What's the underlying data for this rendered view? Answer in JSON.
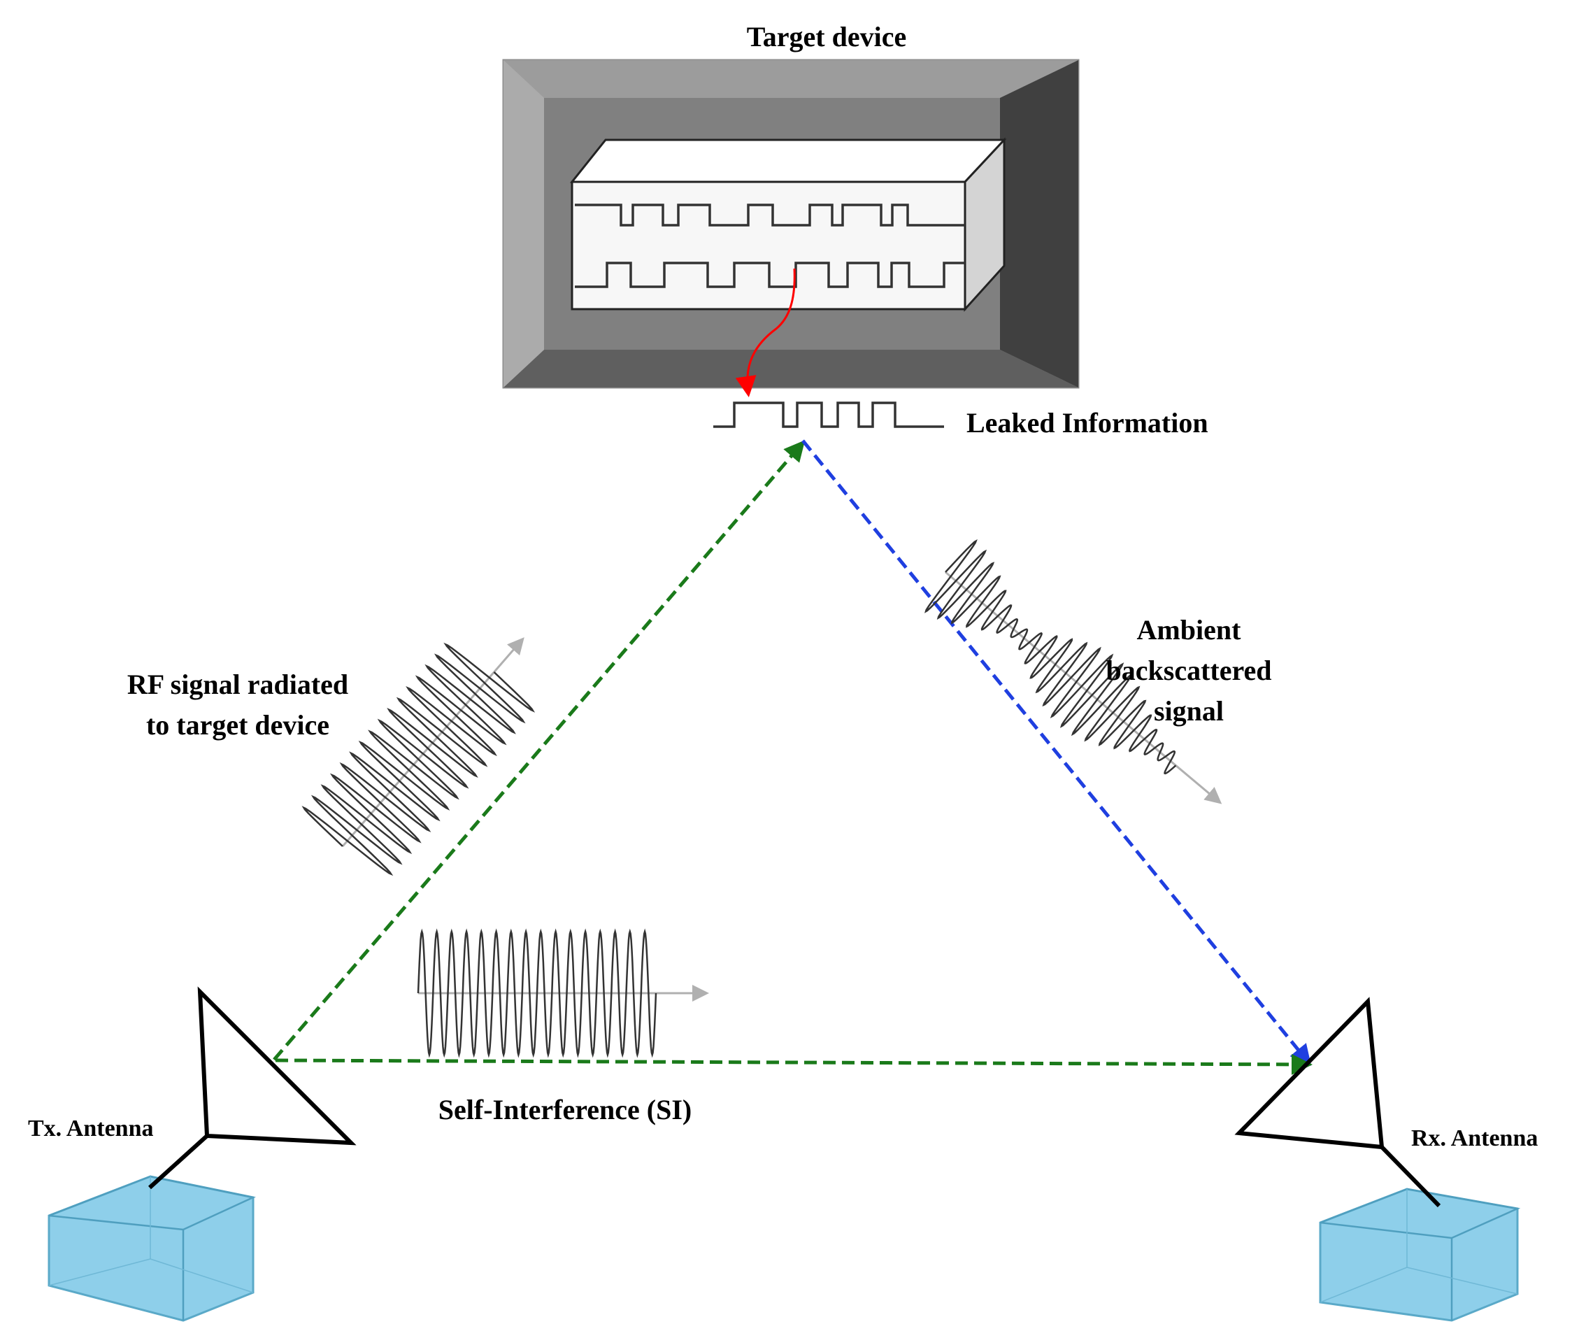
{
  "labels": {
    "target_device": "Target device",
    "leaked_information": "Leaked Information",
    "rf_signal_line1": "RF signal radiated",
    "rf_signal_line2": "to target device",
    "ambient_line1": "Ambient",
    "ambient_line2": "backscattered",
    "ambient_line3": "signal",
    "self_interference": "Self-Interference (SI)",
    "tx_antenna": "Tx. Antenna",
    "rx_antenna": "Rx. Antenna"
  },
  "colors": {
    "device_outer": "#a6a6a6",
    "device_bevel_top": "#999999",
    "device_bevel_bottom": "#595959",
    "device_bevel_left": "#a9a9a9",
    "device_bevel_right": "#404040",
    "device_inner": "#808080",
    "chip_front": "#f7f7f7",
    "leak_arrow": "#ff0000",
    "green_path": "#1a7a1a",
    "blue_path": "#1f3fe0",
    "radio_box": "#8ecfea",
    "wave": "#333333",
    "wave_arrow": "#b0b0b0"
  },
  "icons": {
    "tx_antenna": "triangle-antenna-icon",
    "rx_antenna": "triangle-antenna-icon",
    "tx_box": "radio-box-icon",
    "rx_box": "radio-box-icon",
    "chip": "chip-icon"
  }
}
